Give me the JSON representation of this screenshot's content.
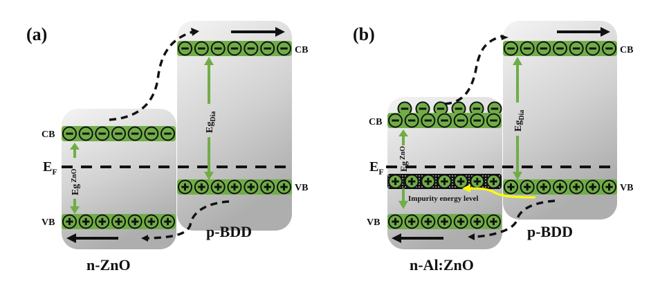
{
  "colors": {
    "band_green": "#70ad47",
    "arrow_green": "#70ad47",
    "impurity_arrow": "#ffff00",
    "box_light": "#f2f2f2",
    "box_dark": "#b0b0b0",
    "ink": "#111111"
  },
  "panels": [
    {
      "id": "a",
      "label": "(a)",
      "n_material": {
        "name": "n-ZnO",
        "cb_label": "CB",
        "vb_label": "VB",
        "gap_label_main": "Eg",
        "gap_label_sub": "ZnO",
        "cb_carriers": 7,
        "cb_extra_carriers": 0,
        "vb_carriers": 7,
        "carrier_cb_symbol": "−",
        "carrier_vb_symbol": "+"
      },
      "p_material": {
        "name": "p-BDD",
        "cb_label": "CB",
        "vb_label": "VB",
        "gap_label_main": "Eg",
        "gap_label_sub": "Dia",
        "cb_carriers": 7,
        "vb_carriers": 7
      },
      "fermi_label_main": "E",
      "fermi_label_sub": "F",
      "impurity": null
    },
    {
      "id": "b",
      "label": "(b)",
      "n_material": {
        "name": "n-Al:ZnO",
        "cb_label": "CB",
        "vb_label": "VB",
        "gap_label_main": "Eg",
        "gap_label_sub": "ZnO",
        "cb_carriers": 7,
        "cb_extra_carriers": 6,
        "vb_carriers": 7,
        "carrier_cb_symbol": "−",
        "carrier_vb_symbol": "+"
      },
      "p_material": {
        "name": "p-BDD",
        "cb_label": "CB",
        "vb_label": "VB",
        "gap_label_main": "Eg",
        "gap_label_sub": "Dia",
        "cb_carriers": 7,
        "vb_carriers": 7
      },
      "fermi_label_main": "E",
      "fermi_label_sub": "F",
      "impurity": {
        "label": "Impurity energy level",
        "carriers": 7
      }
    }
  ]
}
